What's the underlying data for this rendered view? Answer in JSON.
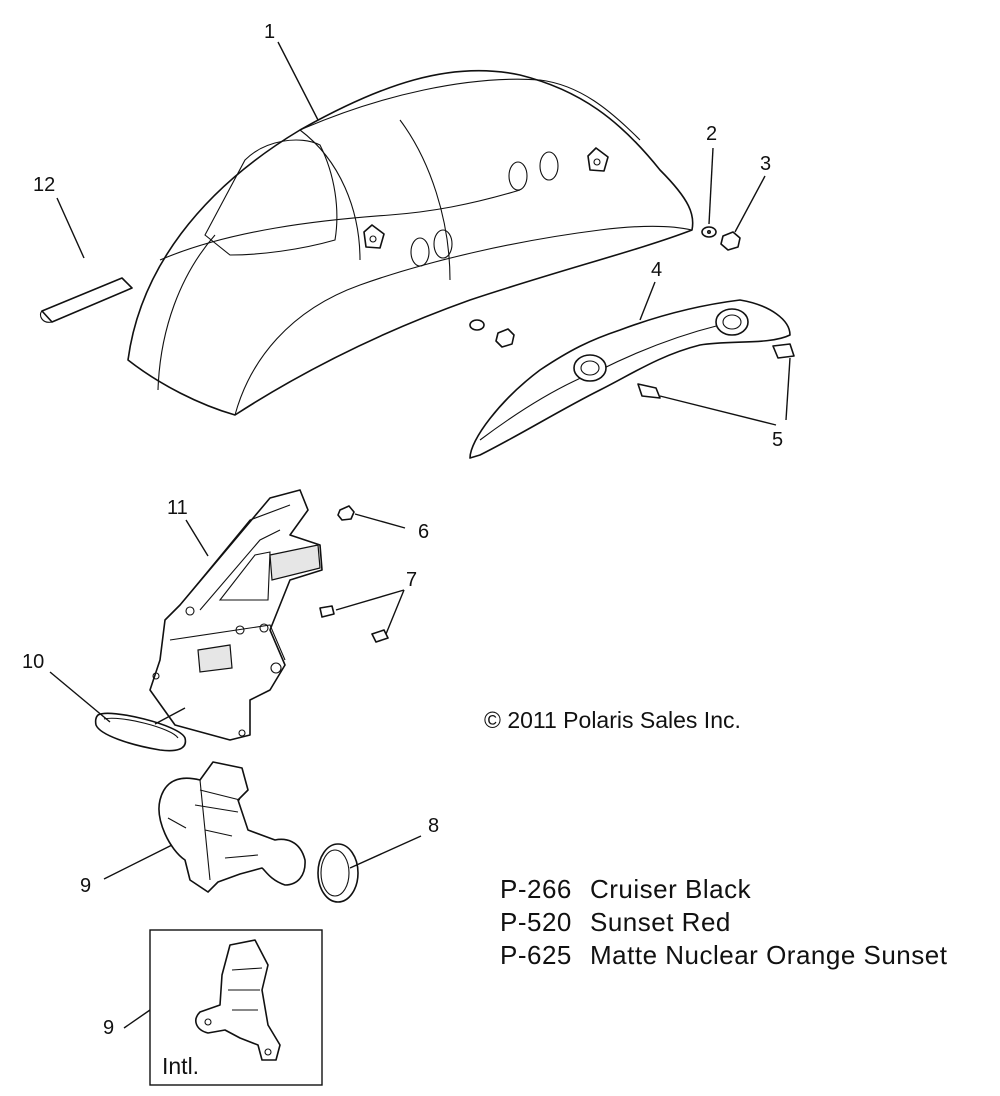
{
  "callouts": [
    "1",
    "2",
    "3",
    "4",
    "5",
    "6",
    "7",
    "8",
    "9",
    "10",
    "11",
    "12"
  ],
  "inset_callout": "9",
  "inset_label": "Intl.",
  "copyright": "© 2011 Polaris Sales Inc.",
  "color_codes": [
    {
      "code": "P-266",
      "name": "Cruiser Black"
    },
    {
      "code": "P-520",
      "name": "Sunset Red"
    },
    {
      "code": "P-625",
      "name": "Matte Nuclear Orange Sunset"
    }
  ]
}
